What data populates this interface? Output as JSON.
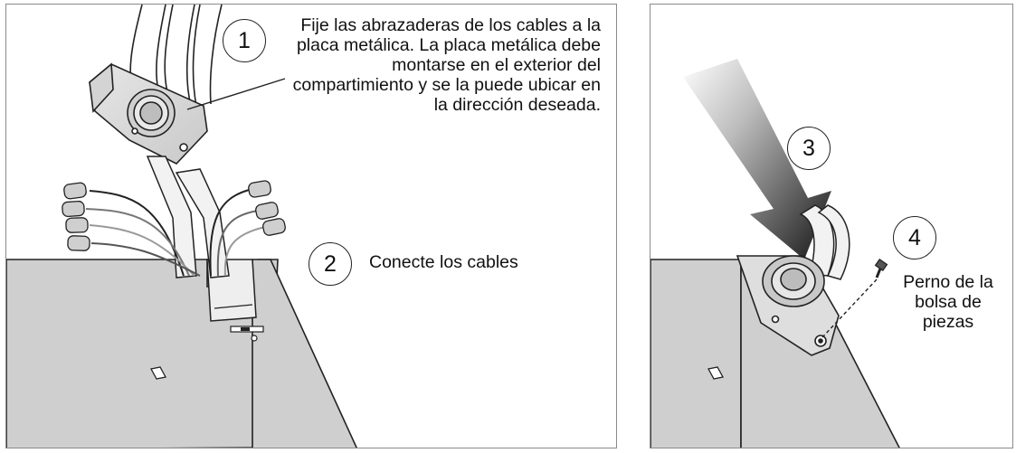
{
  "steps": [
    {
      "number": "1",
      "text": "Fije las abrazaderas de los cables a la placa metálica. La placa metálica debe montarse en el exterior del compartimiento y se la puede ubicar en la dirección deseada."
    },
    {
      "number": "2",
      "text": "Conecte los cables"
    },
    {
      "number": "3",
      "text": ""
    },
    {
      "number": "4",
      "text": "Perno de la bolsa de piezas"
    }
  ]
}
